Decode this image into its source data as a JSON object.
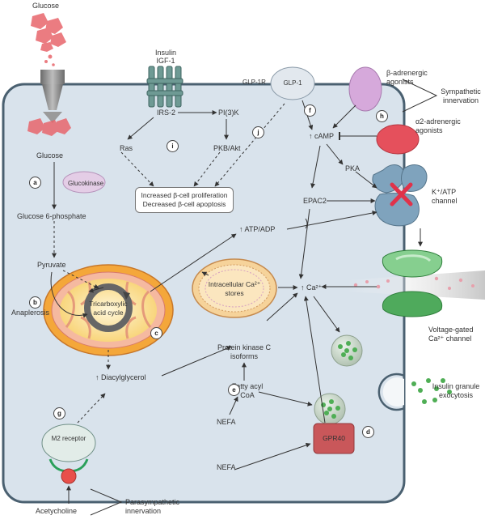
{
  "labels": {
    "glucose_top": "Glucose",
    "glucose_in": "Glucose",
    "glucokinase": "Glucokinase",
    "g6p": "Glucose 6-phosphate",
    "pyruvate": "Pyruvate",
    "anaplerosis": "Anaplerosis",
    "tca": "Tricarboxylic acid cycle",
    "atp_adp": "↑ ATP/ADP",
    "diacylglycerol": "↑ Diacylglycerol",
    "insulin": "Insulin",
    "igf1": "IGF-1",
    "irs2": "IRS-2",
    "pi3k": "PI(3)K",
    "ras": "Ras",
    "pkb": "PKB/Akt",
    "outcome_line1": "Increased β-cell proliferation",
    "outcome_line2": "Decreased β-cell apoptosis",
    "glp1r": "GLP-1R",
    "glp1": "GLP-1",
    "beta_agonists": "β-adrenergic agonists",
    "sympathetic": "Sympathetic innervation",
    "alpha2_agonists": "α2-adrenergic agonists",
    "camp": "↑ cAMP",
    "pka": "PKA",
    "epac2": "EPAC2",
    "katp": "K⁺/ATP channel",
    "ca_stores": "Intracellular Ca²⁺ stores",
    "ca": "↑ Ca²⁺",
    "vgcc": "Voltage-gated Ca²⁺ channel",
    "pkc": "Protein kinase C isoforms",
    "fatty_acyl": "Fatty acyl CoA",
    "nefa_in": "NEFA",
    "nefa_out": "NEFA",
    "gpr40": "GPR40",
    "exocytosis": "Insulin granule exocytosis",
    "m2": "M2 receptor",
    "acetylcholine": "Acetycholine",
    "parasympathetic": "Parasympathetic innervation"
  },
  "markers": {
    "a": "a",
    "b": "b",
    "c": "c",
    "d": "d",
    "e": "e",
    "f": "f",
    "g": "g",
    "h": "h",
    "i": "i",
    "j": "j"
  },
  "colors": {
    "cell_fill": "#d9e3ec",
    "cell_stroke": "#4a6070",
    "glucose": "#e8666c",
    "mito_outer": "#f2b23a",
    "insulin_receptor": "#6e9a94",
    "katp": "#7fa3bd",
    "vgcc": "#5bb36a",
    "glp1": "#dde4ea",
    "beta_receptor": "#cfa3d3",
    "alpha_receptor": "#e5505c",
    "granule": "#4fae55",
    "gpr40": "#c9575a"
  }
}
